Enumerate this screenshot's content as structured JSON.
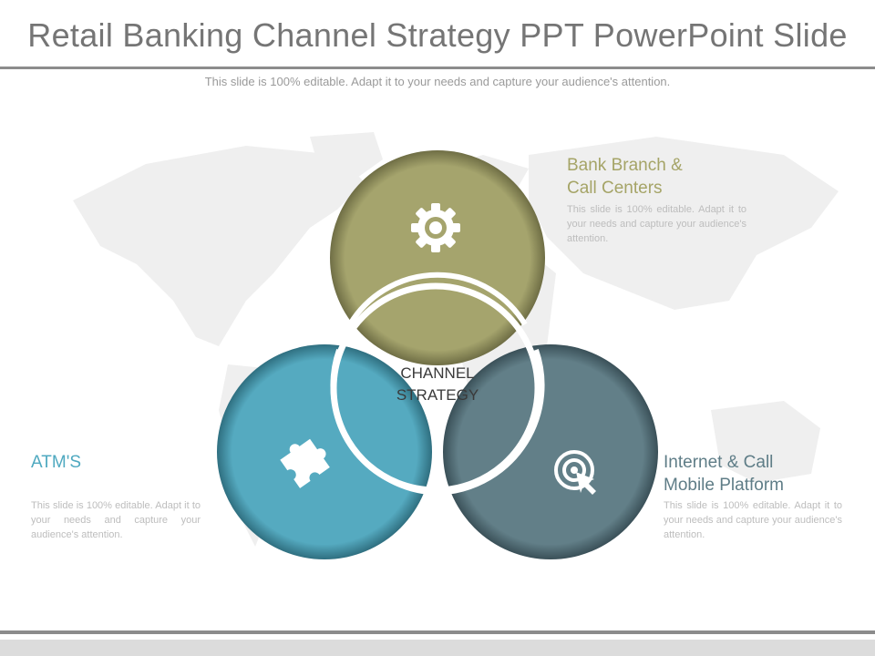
{
  "title": "Retail Banking Channel Strategy PPT PowerPoint Slide",
  "subtitle": "This slide is 100% editable. Adapt it to your needs and capture your audience's attention.",
  "center_label": {
    "line1": "CHANNEL",
    "line2": "STRATEGY"
  },
  "segments": {
    "top": {
      "title_line1": "Bank Branch &",
      "title_line2": "Call Centers",
      "body": "This slide is 100% editable. Adapt it to your needs and capture your audience's attention.",
      "icon": "gear-icon",
      "color": "#a5a46d"
    },
    "left": {
      "title_line1": "ATM'S",
      "body": "This slide is 100% editable. Adapt it to your needs and capture your audience's attention.",
      "icon": "puzzle-icon",
      "color": "#55aac0"
    },
    "right": {
      "title_line1": "Internet & Call",
      "title_line2": "Mobile Platform",
      "body": "This slide is 100% editable. Adapt it to your needs and capture your audience's attention.",
      "icon": "target-icon",
      "color": "#627f88"
    }
  }
}
